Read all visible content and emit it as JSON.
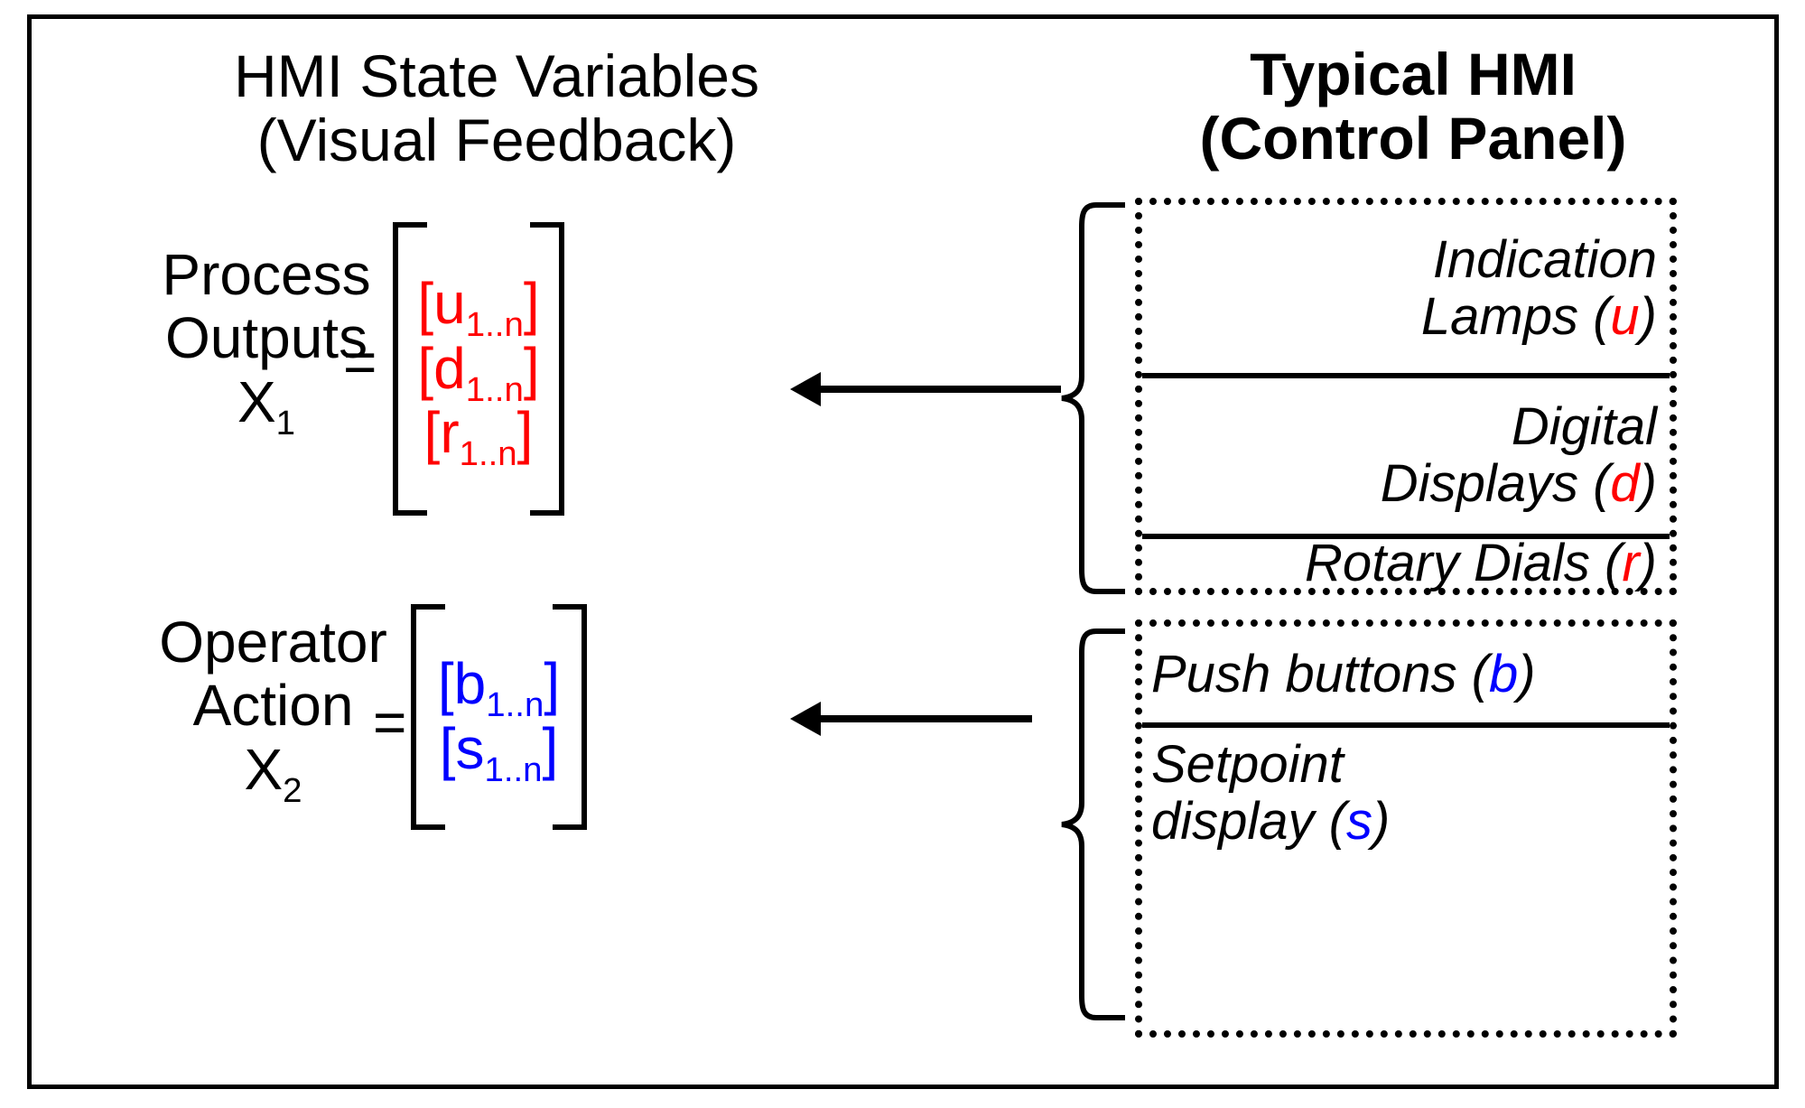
{
  "figure": {
    "left_heading": "HMI State Variables\n(Visual Feedback)",
    "right_heading": "Typical HMI\n(Control Panel)"
  },
  "colors": {
    "process_outputs": "#ff0000",
    "operator_action": "#0000ff",
    "frame": "#000000",
    "background": "#ffffff"
  },
  "groups": [
    {
      "id": "process-outputs",
      "label": "Process\nOutputs\nX",
      "label_subscript": "1",
      "equals": "=",
      "color": "#ff0000",
      "matrix_rows": [
        {
          "open": "[",
          "symbol": "u",
          "subscript": "1..n",
          "close": "]"
        },
        {
          "open": "[",
          "symbol": "d",
          "subscript": "1..n",
          "close": "]"
        },
        {
          "open": "[",
          "symbol": "r",
          "subscript": "1..n",
          "close": "]"
        }
      ],
      "panel_rows": [
        {
          "text": "Indication\nLamps (",
          "symbol": "u",
          "tail": ")"
        },
        {
          "text": "Digital\nDisplays (",
          "symbol": "d",
          "tail": ")"
        },
        {
          "text": "Rotary Dials (",
          "symbol": "r",
          "tail": ")"
        }
      ]
    },
    {
      "id": "operator-action",
      "label": "Operator\nAction\nX",
      "label_subscript": "2",
      "equals": "=",
      "color": "#0000ff",
      "matrix_rows": [
        {
          "open": "[",
          "symbol": "b",
          "subscript": "1..n",
          "close": "]"
        },
        {
          "open": "[",
          "symbol": "s",
          "subscript": "1..n",
          "close": "]"
        }
      ],
      "panel_rows": [
        {
          "text": "Push buttons (",
          "symbol": "b",
          "tail": ")"
        },
        {
          "text": "Setpoint\ndisplay (",
          "symbol": "s",
          "tail": ")"
        }
      ]
    }
  ]
}
